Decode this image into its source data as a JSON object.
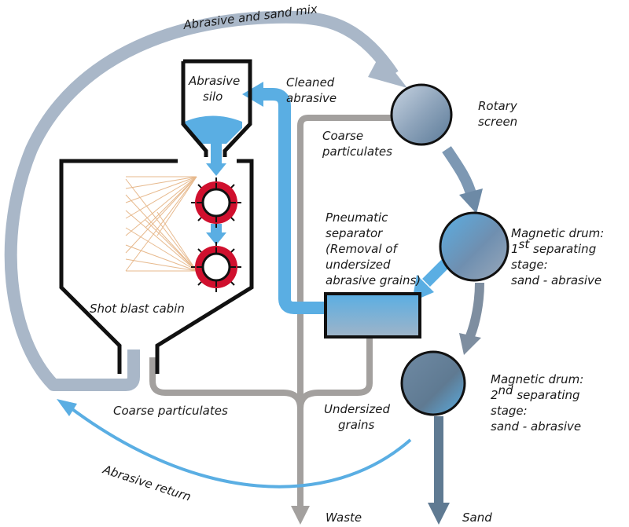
{
  "labels": {
    "abrasive_sand_mix": "Abrasive and sand mix",
    "abrasive_silo_1": "Abrasive",
    "abrasive_silo_2": "silo",
    "cleaned_abrasive_1": "Cleaned",
    "cleaned_abrasive_2": "abrasive",
    "rotary_screen_1": "Rotary",
    "rotary_screen_2": "screen",
    "coarse_particulates_top_1": "Coarse",
    "coarse_particulates_top_2": "particulates",
    "pneumatic_1": "Pneumatic",
    "pneumatic_2": "separator",
    "pneumatic_3": "(Removal of",
    "pneumatic_4": "undersized",
    "pneumatic_5": "abrasive grains)",
    "drum1_1": "Magnetic drum:",
    "drum1_2_num": "1",
    "drum1_2_sup": "st",
    "drum1_2_rest": " separating",
    "drum1_3": "stage:",
    "drum1_4": "sand - abrasive",
    "drum2_1": "Magnetic drum:",
    "drum2_2_num": "2",
    "drum2_2_sup": "nd",
    "drum2_2_rest": " separating",
    "drum2_3": "stage:",
    "drum2_4": "sand - abrasive",
    "shot_blast_cabin": "Shot blast cabin",
    "coarse_particulates_bottom": "Coarse particulates",
    "undersized_grains_1": "Undersized",
    "undersized_grains_2": "grains",
    "abrasive_return": "Abrasive return",
    "waste": "Waste",
    "sand": "Sand"
  },
  "colors": {
    "mix_flow": "#a9b7c8",
    "abrasive_flow": "#5aaee3",
    "waste_flow": "#a3a09e",
    "sand_flow": "#5f7a92",
    "turbine_red": "#d0102e",
    "outline": "#111111"
  },
  "icons": {
    "turbine": "blast-wheel-icon",
    "drum": "drum-icon"
  }
}
